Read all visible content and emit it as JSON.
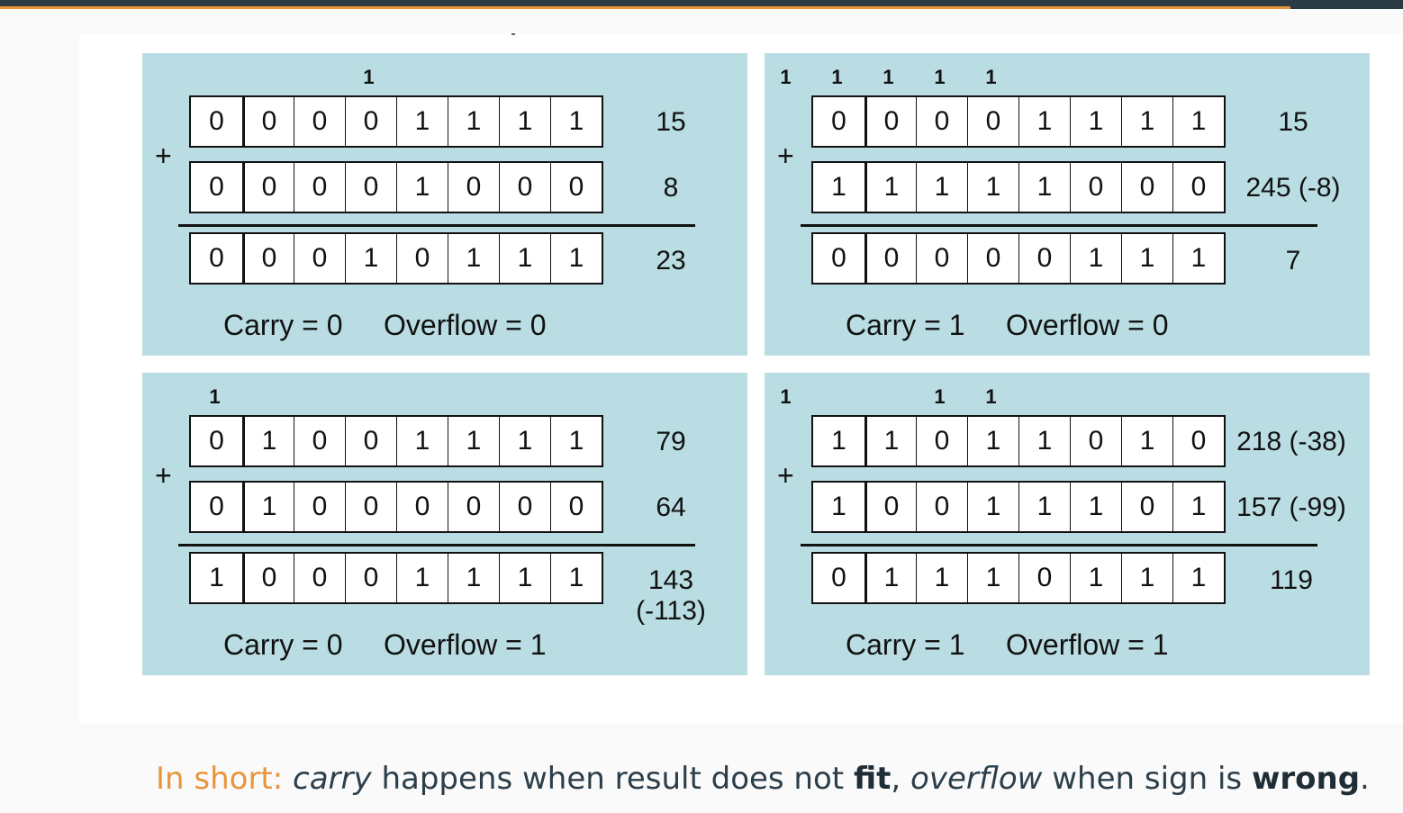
{
  "progress": 0.92,
  "panels": [
    {
      "carries": [
        {
          "col": 3,
          "text": "1"
        }
      ],
      "rows": [
        {
          "bits": [
            "0",
            "0",
            "0",
            "0",
            "1",
            "1",
            "1",
            "1"
          ],
          "value": "15"
        },
        {
          "bits": [
            "0",
            "0",
            "0",
            "0",
            "1",
            "0",
            "0",
            "0"
          ],
          "value": "8"
        },
        {
          "bits": [
            "0",
            "0",
            "0",
            "1",
            "0",
            "1",
            "1",
            "1"
          ],
          "value": "23"
        }
      ],
      "operator": "+",
      "carry_label": "Carry = 0",
      "overflow_label": "Overflow = 0"
    },
    {
      "carries": [
        {
          "col": -1,
          "text": "1"
        },
        {
          "col": 0,
          "text": "1"
        },
        {
          "col": 1,
          "text": "1"
        },
        {
          "col": 2,
          "text": "1"
        },
        {
          "col": 3,
          "text": "1"
        }
      ],
      "rows": [
        {
          "bits": [
            "0",
            "0",
            "0",
            "0",
            "1",
            "1",
            "1",
            "1"
          ],
          "value": "15"
        },
        {
          "bits": [
            "1",
            "1",
            "1",
            "1",
            "1",
            "0",
            "0",
            "0"
          ],
          "value": "245 (-8)"
        },
        {
          "bits": [
            "0",
            "0",
            "0",
            "0",
            "0",
            "1",
            "1",
            "1"
          ],
          "value": "7"
        }
      ],
      "operator": "+",
      "carry_label": "Carry = 1",
      "overflow_label": "Overflow = 0"
    },
    {
      "carries": [
        {
          "col": 0,
          "text": "1"
        }
      ],
      "rows": [
        {
          "bits": [
            "0",
            "1",
            "0",
            "0",
            "1",
            "1",
            "1",
            "1"
          ],
          "value": "79"
        },
        {
          "bits": [
            "0",
            "1",
            "0",
            "0",
            "0",
            "0",
            "0",
            "0"
          ],
          "value": "64"
        },
        {
          "bits": [
            "1",
            "0",
            "0",
            "0",
            "1",
            "1",
            "1",
            "1"
          ],
          "value": "143\n(-113)"
        }
      ],
      "operator": "+",
      "carry_label": "Carry = 0",
      "overflow_label": "Overflow = 1"
    },
    {
      "carries": [
        {
          "col": -1,
          "text": "1"
        },
        {
          "col": 2,
          "text": "1"
        },
        {
          "col": 3,
          "text": "1"
        }
      ],
      "rows": [
        {
          "bits": [
            "1",
            "1",
            "0",
            "1",
            "1",
            "0",
            "1",
            "0"
          ],
          "value": "218 (-38)"
        },
        {
          "bits": [
            "1",
            "0",
            "0",
            "1",
            "1",
            "1",
            "0",
            "1"
          ],
          "value": "157 (-99)"
        },
        {
          "bits": [
            "0",
            "1",
            "1",
            "1",
            "0",
            "1",
            "1",
            "1"
          ],
          "value": "119"
        }
      ],
      "operator": "+",
      "carry_label": "Carry = 1",
      "overflow_label": "Overflow = 1"
    }
  ],
  "caption": {
    "lead": "In short:",
    "carry_word": "carry",
    "part1": " happens when result does not ",
    "fit_word": "fit",
    "part2": ", ",
    "overflow_word": "overflow",
    "part3": " when sign is ",
    "wrong_word": "wrong",
    "end": "."
  }
}
